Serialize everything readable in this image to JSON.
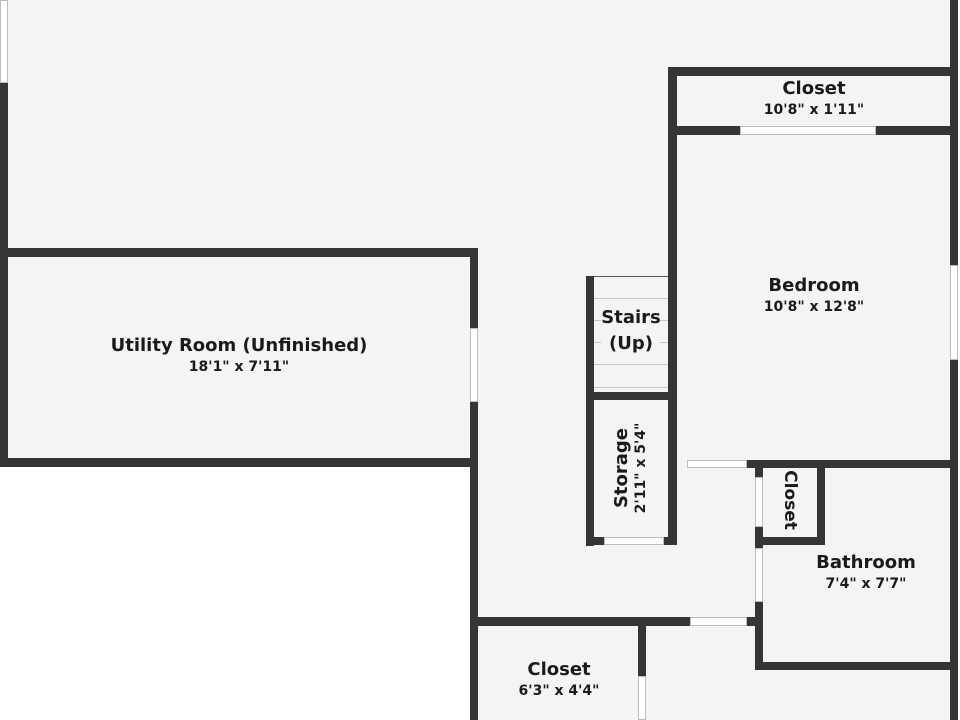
{
  "rooms": [
    {
      "name": "Closet",
      "dims": "10'8\" x 1'11\""
    },
    {
      "name": "Bedroom",
      "dims": "10'8\" x 12'8\""
    },
    {
      "name": "Utility Room (Unfinished)",
      "dims": "18'1\" x 7'11\""
    },
    {
      "name": "Stairs",
      "name2": "(Up)"
    },
    {
      "name": "Storage",
      "dims": "2'11\" x 5'4\""
    },
    {
      "name": "Closet"
    },
    {
      "name": "Bathroom",
      "dims": "7'4\" x 7'7\""
    },
    {
      "name": "Closet",
      "dims": "6'3\" x 4'4\""
    }
  ],
  "colors": {
    "wall": "#353535",
    "floor": "#f4f4f4",
    "window": "#ffffff"
  }
}
